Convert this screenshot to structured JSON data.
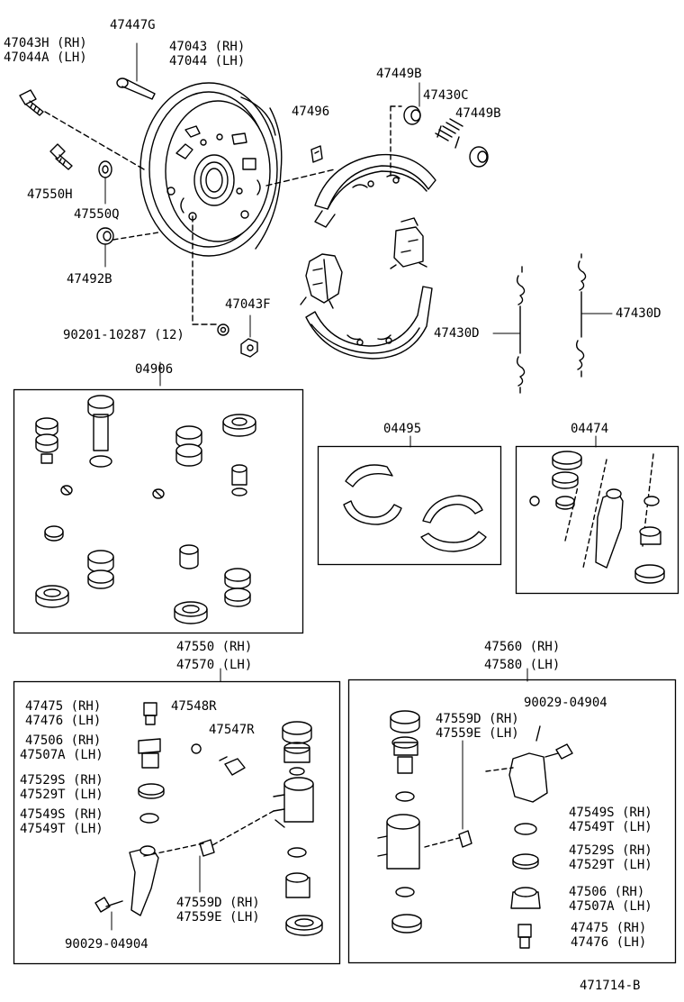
{
  "diagram_id": "471714-B",
  "labels": {
    "bolt_rh": "47043H (RH)",
    "bolt_lh": "47044A (LH)",
    "pin": "47447G",
    "plate_rh": "47043 (RH)",
    "plate_lh": "47044 (LH)",
    "bolt2": "47550H",
    "cap": "47550Q",
    "nut_b": "47492B",
    "clip": "47496",
    "bush_top": "47449B",
    "spring_mid": "47430C",
    "bush_right": "47449B",
    "nut_f": "47043F",
    "nut_spec": "90201-10287 (12)",
    "spring_left": "47430D",
    "spring_right": "47430D",
    "kit1": "04906",
    "kit2": "04495",
    "kit3": "04474",
    "cyl_a_rh": "47550 (RH)",
    "cyl_a_lh": "47570 (LH)",
    "cyl_b_rh": "47560 (RH)",
    "cyl_b_lh": "47580 (LH)",
    "a_bleeder_rh": "47475 (RH)",
    "a_bleeder_lh": "47476 (LH)",
    "a_cap": "47548R",
    "a_plug": "47547R",
    "a_piston_rh": "47506 (RH)",
    "a_piston_lh": "47507A (LH)",
    "a_cup_rh": "47529S (RH)",
    "a_cup_lh": "47529T (LH)",
    "a_seal_rh": "47549S (RH)",
    "a_seal_lh": "47549T (LH)",
    "a_clip_rh": "47559D (RH)",
    "a_clip_lh": "47559E (LH)",
    "a_bolt": "90029-04904",
    "b_clip_rh": "47559D (RH)",
    "b_clip_lh": "47559E (LH)",
    "b_bolt": "90029-04904",
    "b_seal_rh": "47549S (RH)",
    "b_seal_lh": "47549T (LH)",
    "b_cup_rh": "47529S (RH)",
    "b_cup_lh": "47529T (LH)",
    "b_piston_rh": "47506 (RH)",
    "b_piston_lh": "47507A (LH)",
    "b_bleeder_rh": "47475 (RH)",
    "b_bleeder_lh": "47476 (LH)"
  }
}
